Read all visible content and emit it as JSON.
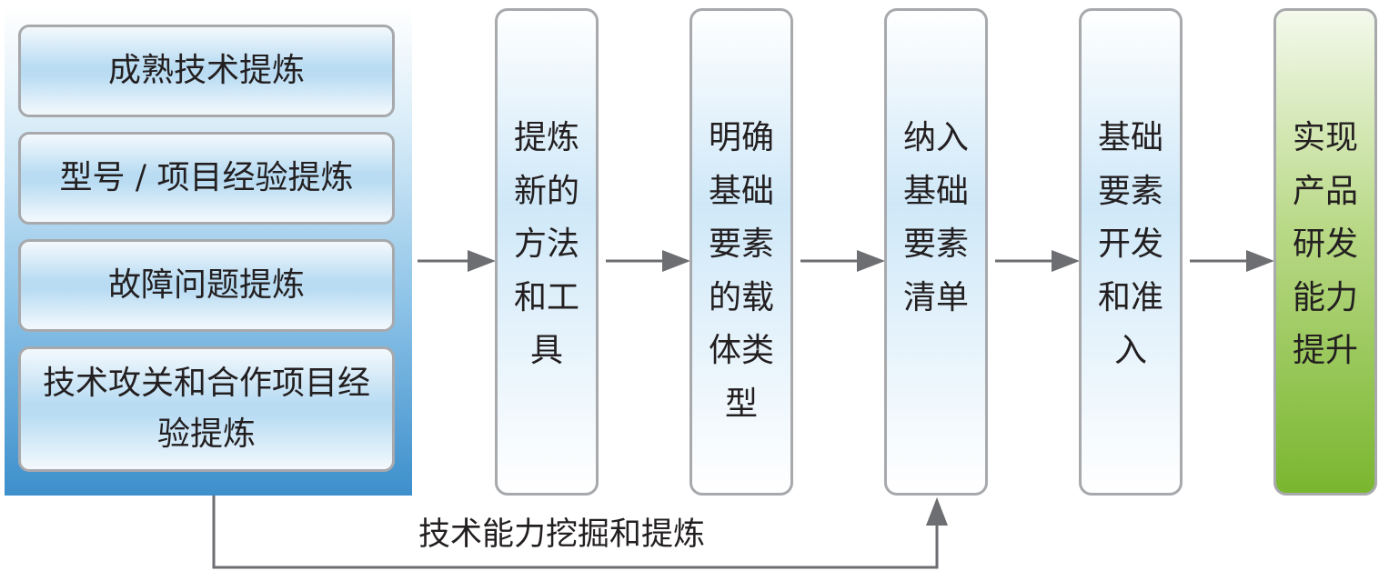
{
  "sources": [
    "成熟技术提炼",
    "型号 / 项目经验提炼",
    "故障问题提炼",
    "技术攻关和合作项目经验提炼"
  ],
  "steps": [
    "提炼新的方法和工具",
    "明确基础要素的载体类型",
    "纳入基础要素清单",
    "基础要素开发和准入",
    "实现产品研发能力提升"
  ],
  "feedback_label": "技术能力挖掘和提炼",
  "colors": {
    "source_gradient_top": "#ffffff",
    "source_gradient_bottom": "#3d8fcc",
    "step_fill": "#cfe8f8",
    "final_fill": "#7ab62f",
    "border": "#a7a9ac",
    "arrow": "#6d6e71"
  }
}
